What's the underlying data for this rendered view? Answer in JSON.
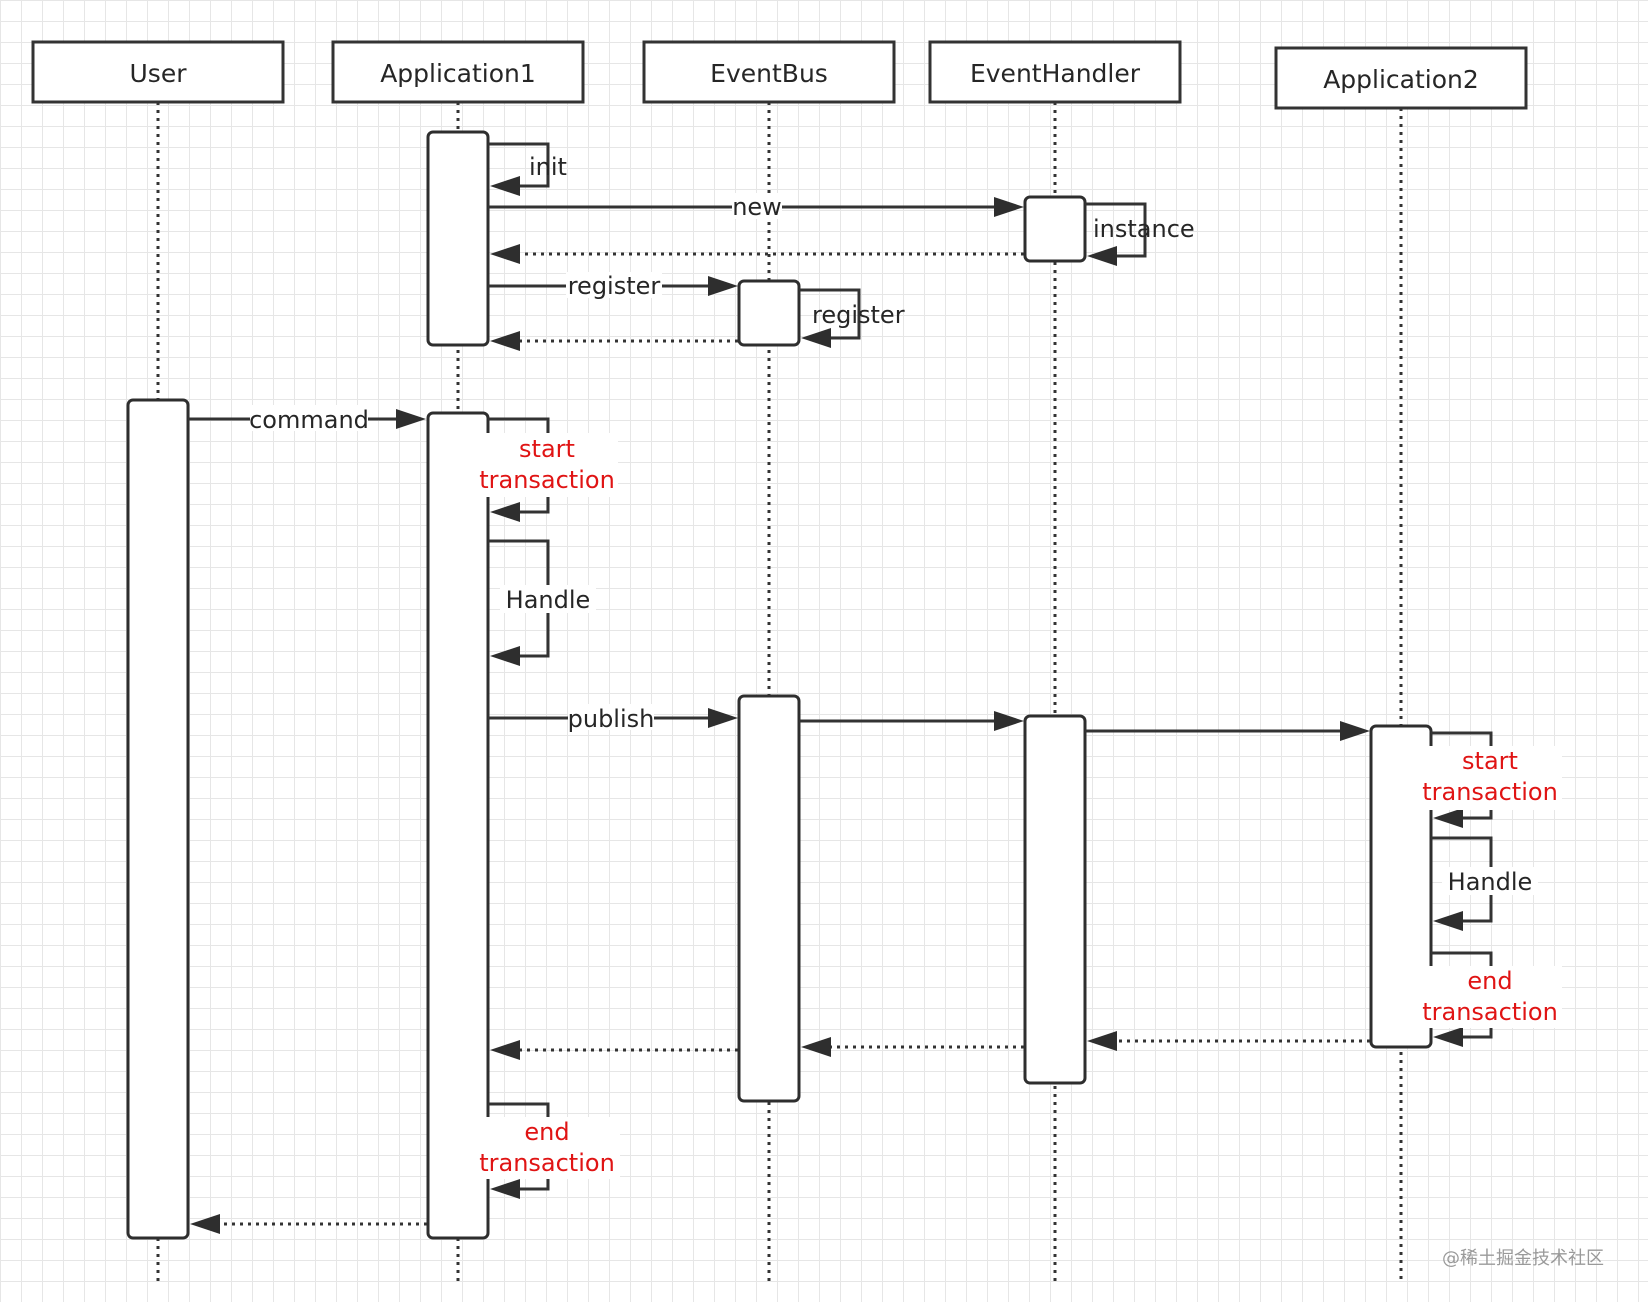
{
  "participants": [
    {
      "id": "user",
      "name": "User"
    },
    {
      "id": "app1",
      "name": "Application1"
    },
    {
      "id": "bus",
      "name": "EventBus"
    },
    {
      "id": "handler",
      "name": "EventHandler"
    },
    {
      "id": "app2",
      "name": "Application2"
    }
  ],
  "messages": {
    "init": "init",
    "new": "new",
    "instance": "instance",
    "register_call": "register",
    "register_self": "register",
    "command": "command",
    "app1_start_line1": "start",
    "app1_start_line2": "transaction",
    "app1_handle": "Handle",
    "publish": "publish",
    "app2_start_line1": "start",
    "app2_start_line2": "transaction",
    "app2_handle": "Handle",
    "app2_end_line1": "end",
    "app2_end_line2": "transaction",
    "app1_end_line1": "end",
    "app1_end_line2": "transaction"
  },
  "watermark": "@稀土掘金技术社区",
  "colors": {
    "line": "#333333",
    "text": "#262626",
    "highlight_text": "#e01414",
    "grid": "#e6e6e6"
  }
}
